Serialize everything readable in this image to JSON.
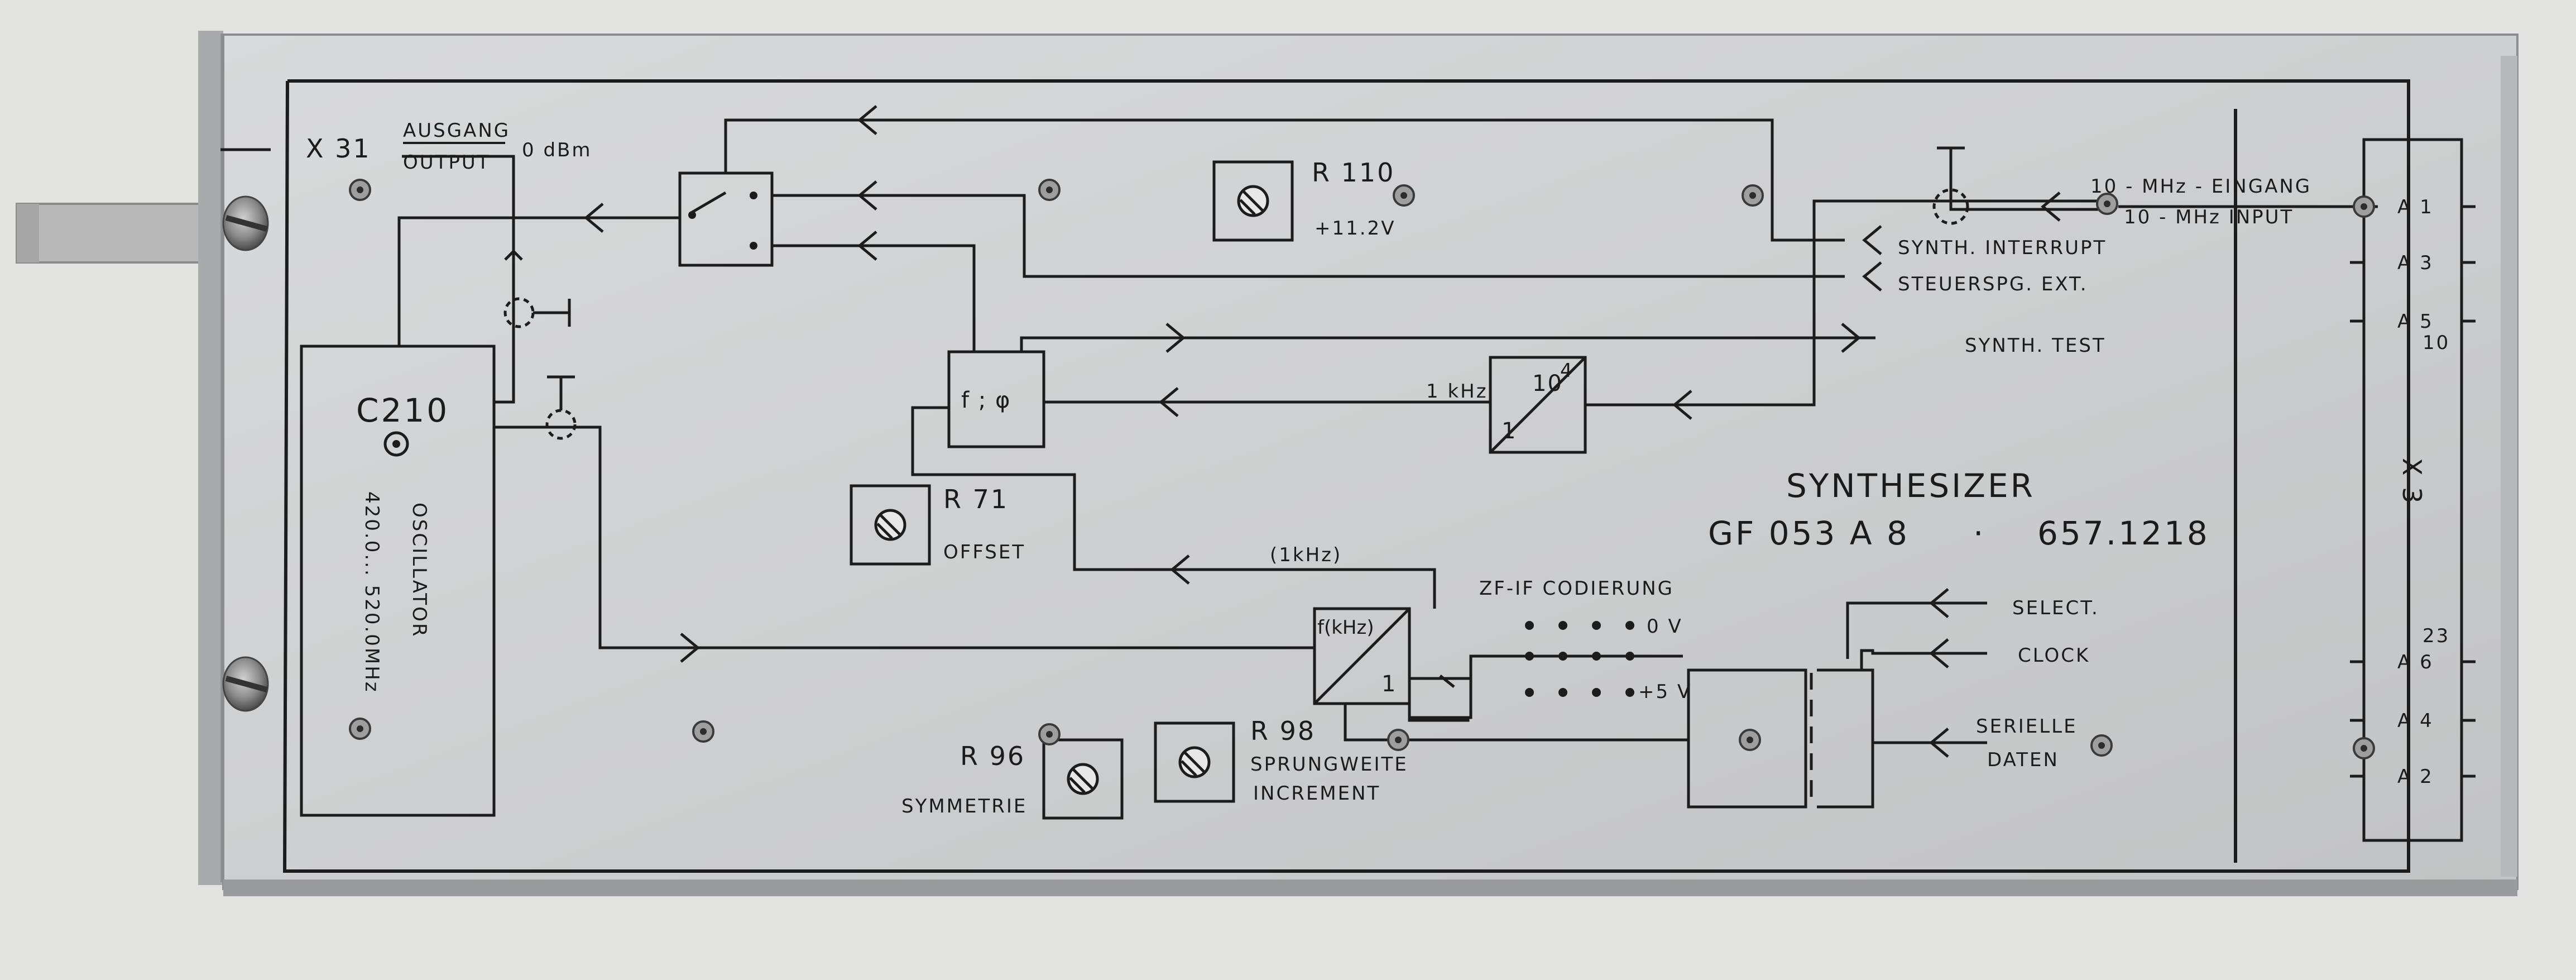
{
  "connector_x31": "X 31",
  "output": {
    "de": "AUSGANG",
    "en": "OUTPUT",
    "level": "0 dBm"
  },
  "oscillator": {
    "ref": "C210",
    "name": "OSCILLATOR",
    "range": "420.0... 520.0MHz"
  },
  "r110": {
    "ref": "R 110",
    "voltage": "+11.2V"
  },
  "r71": {
    "ref": "R 71",
    "label": "OFFSET"
  },
  "r96": {
    "ref": "R 96",
    "label": "SYMMETRIE"
  },
  "r98": {
    "ref": "R 98",
    "label_de": "SPRUNGWEITE",
    "label_en": "INCREMENT"
  },
  "phase_detector": "f ; φ",
  "divider_1e4": {
    "top": "10",
    "exp": "4",
    "bottom": "1",
    "freq": "1 kHz"
  },
  "divider_var": {
    "top": "f(kHz)",
    "bottom": "1",
    "freq": "(1kHz)"
  },
  "reference_input": {
    "de": "10 - MHz - EINGANG",
    "en": "10 - MHz INPUT"
  },
  "signals": {
    "synth_interrupt": "SYNTH. INTERRUPT",
    "steuerspg": "STEUERSPG. EXT.",
    "synth_test": "SYNTH. TEST",
    "select": "SELECT.",
    "clock": "CLOCK",
    "serial_de": "SERIELLE",
    "serial_daten": "DATEN"
  },
  "if_coding": {
    "title": "ZF-IF CODIERUNG",
    "zero": "0 V",
    "plus": "+5 V"
  },
  "module": {
    "name": "SYNTHESIZER",
    "type": "GF 053 A 8",
    "dot": "·",
    "number": "657.1218"
  },
  "connector_x3": {
    "name": "X 3",
    "pins": [
      "A 1",
      "A 3",
      "A 5",
      "A 6",
      "A 4",
      "A 2"
    ],
    "pin_num_10": "10",
    "pin_num_23": "23"
  }
}
